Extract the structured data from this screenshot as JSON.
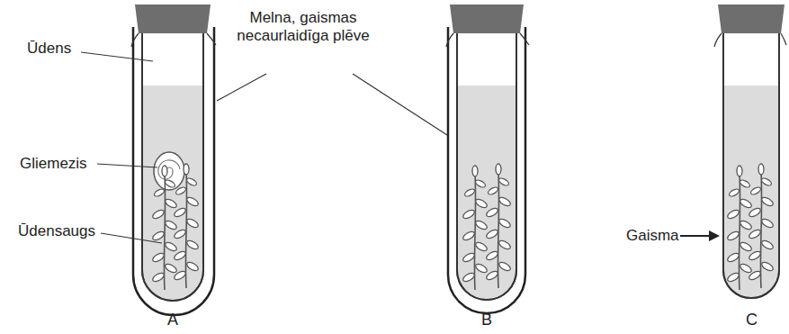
{
  "diagram": {
    "labels": [
      "Ūdens",
      "Gliemezis",
      "Ūdensaugs",
      "Melna, gaismas necaurlaidīga plēve",
      "Gaisma",
      "A",
      "B",
      "C"
    ]
  }
}
